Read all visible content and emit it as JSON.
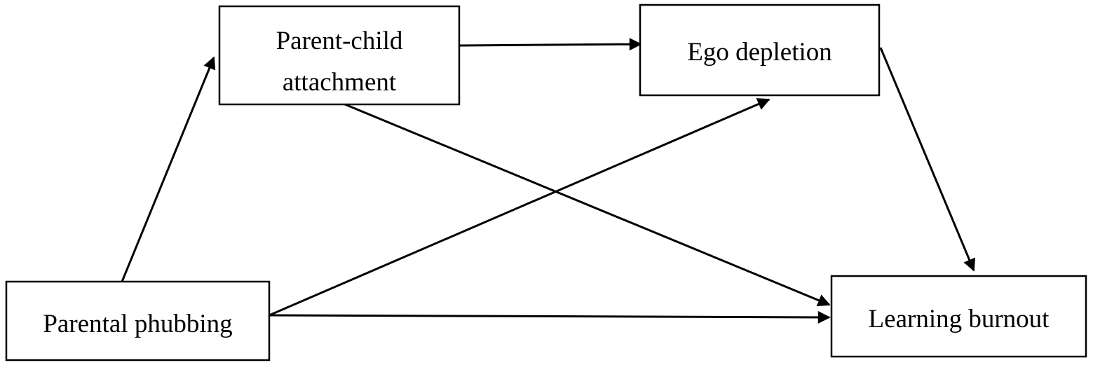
{
  "nodes": {
    "parental_phubbing": {
      "lines": [
        "Parental phubbing"
      ]
    },
    "parent_child_attachment": {
      "lines": [
        "Parent-child",
        "attachment"
      ]
    },
    "ego_depletion": {
      "lines": [
        "Ego depletion"
      ]
    },
    "learning_burnout": {
      "lines": [
        "Learning burnout"
      ]
    }
  },
  "edges": [
    {
      "from": "parental_phubbing",
      "to": "parent_child_attachment"
    },
    {
      "from": "parent_child_attachment",
      "to": "ego_depletion"
    },
    {
      "from": "ego_depletion",
      "to": "learning_burnout"
    },
    {
      "from": "parental_phubbing",
      "to": "learning_burnout"
    },
    {
      "from": "parental_phubbing",
      "to": "ego_depletion"
    },
    {
      "from": "parent_child_attachment",
      "to": "learning_burnout"
    }
  ],
  "colors": {
    "stroke": "#000000",
    "background": "#ffffff"
  }
}
